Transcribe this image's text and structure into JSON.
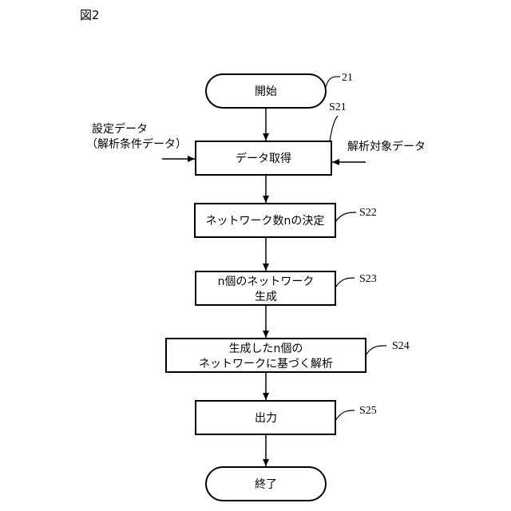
{
  "figure": {
    "label": "図2"
  },
  "start": {
    "label": "開始",
    "ref": "21"
  },
  "end": {
    "label": "終了"
  },
  "steps": [
    {
      "id": "S21",
      "lines": [
        "データ取得"
      ]
    },
    {
      "id": "S22",
      "lines": [
        "ネットワーク数nの決定"
      ]
    },
    {
      "id": "S23",
      "lines": [
        "n個のネットワーク",
        "生成"
      ]
    },
    {
      "id": "S24",
      "lines": [
        "生成したn個の",
        "ネットワークに基づく解析"
      ]
    },
    {
      "id": "S25",
      "lines": [
        "出力"
      ]
    }
  ],
  "inputs": {
    "left": {
      "line1": "設定データ",
      "line2": "（解析条件データ）"
    },
    "right": {
      "label": "解析対象データ"
    }
  }
}
